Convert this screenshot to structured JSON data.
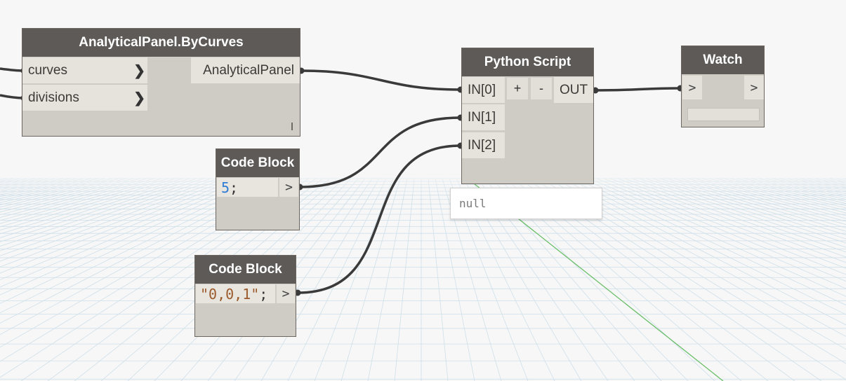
{
  "nodes": {
    "analytical_panel": {
      "title": "AnalyticalPanel.ByCurves",
      "inputs": [
        "curves",
        "divisions"
      ],
      "output": "AnalyticalPanel"
    },
    "python_script": {
      "title": "Python Script",
      "inputs": [
        "IN[0]",
        "IN[1]",
        "IN[2]"
      ],
      "add_label": "+",
      "remove_label": "-",
      "output": "OUT",
      "preview": "null"
    },
    "watch": {
      "title": "Watch",
      "input": ">",
      "output": ">"
    },
    "code_block_1": {
      "title": "Code Block",
      "code_value": "5",
      "code_terminator": ";",
      "output": ">"
    },
    "code_block_2": {
      "title": "Code Block",
      "code_value": "\"0,0,1\"",
      "code_terminator": ";",
      "output": ">"
    }
  },
  "colors": {
    "node_header": "#5d5a57",
    "node_body": "#cfcbc5",
    "port_bg": "#e6e2dc",
    "wire": "#3a3a3a",
    "grid": "#cfdfe9",
    "axis_green": "#6cbf6c",
    "number_color": "#2e7cd6",
    "string_color": "#9b5a2c"
  }
}
